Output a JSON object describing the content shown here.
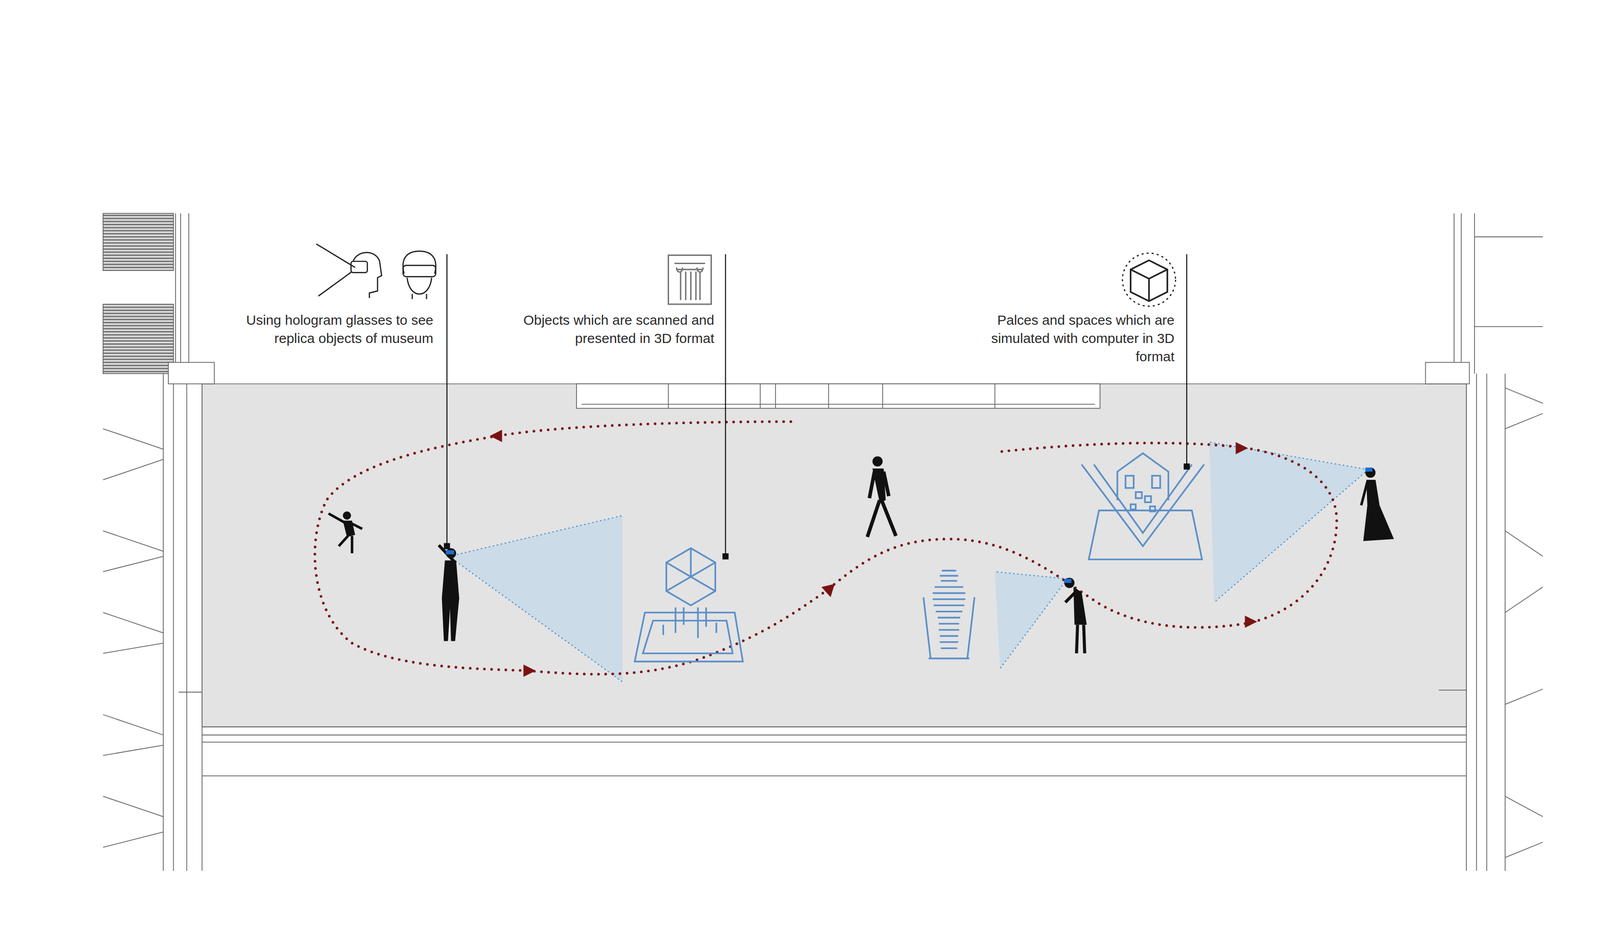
{
  "diagram": {
    "labels": [
      "Using hologram glasses to see replica objects of museum",
      "Objects which are scanned and presented in 3D format",
      "Palces and spaces which are simulated with computer in 3D format"
    ]
  }
}
